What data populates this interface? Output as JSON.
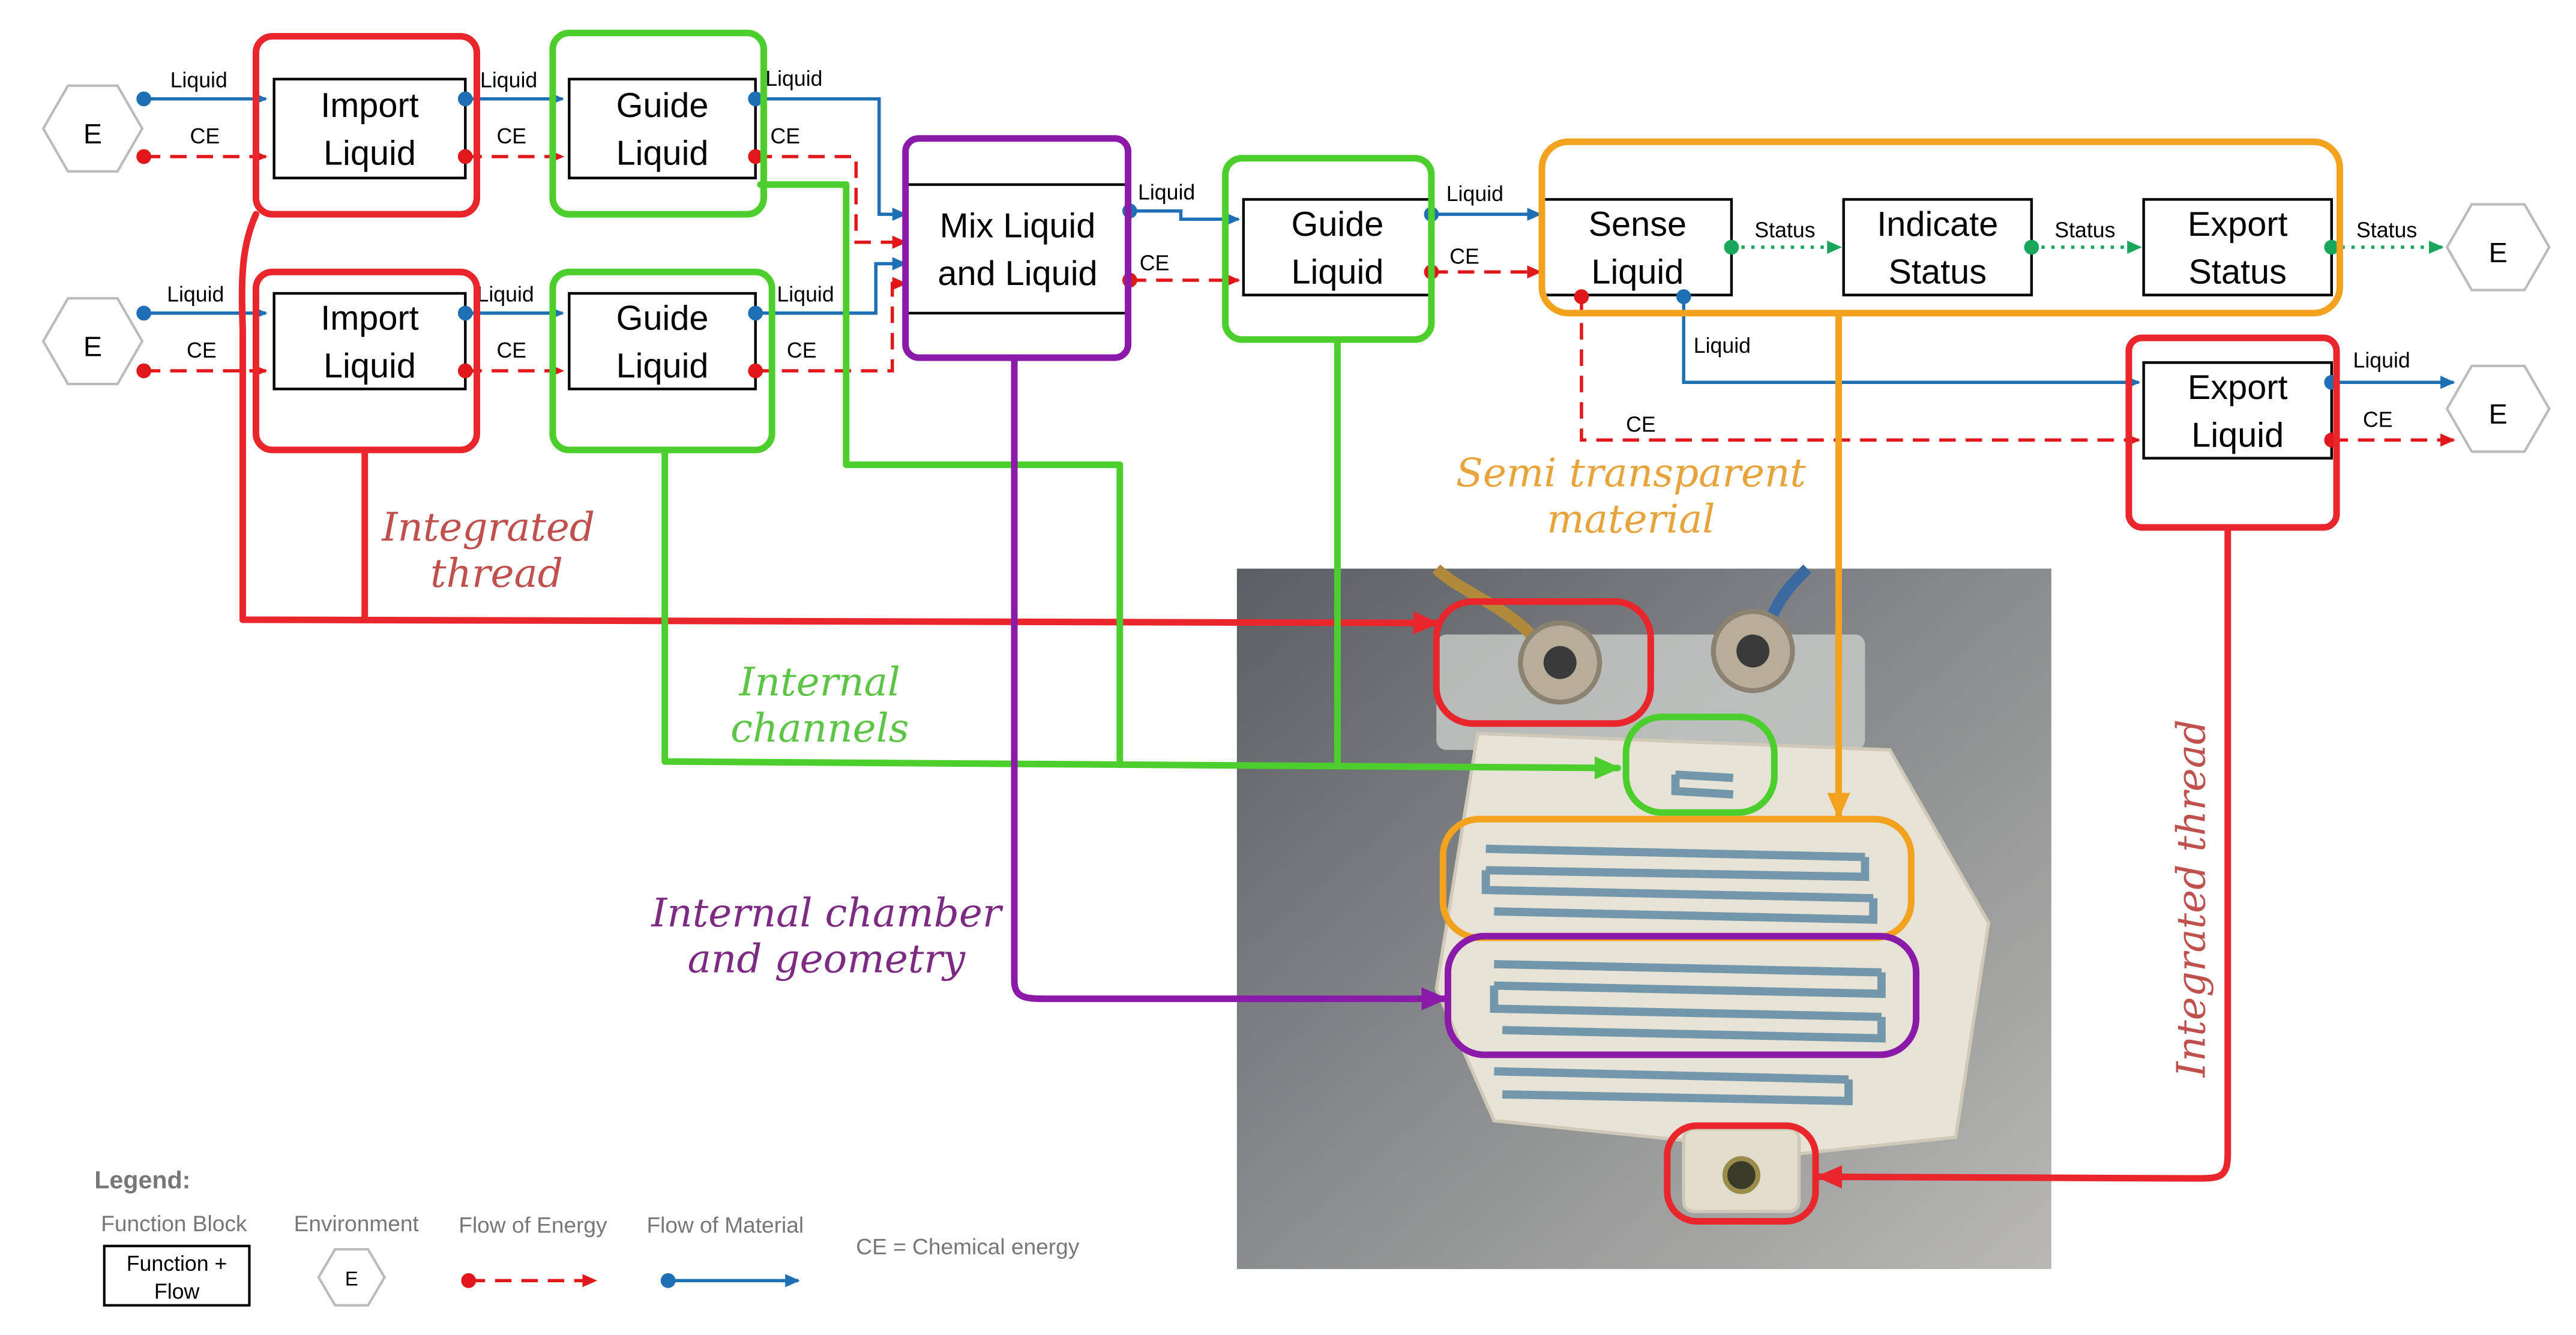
{
  "colors": {
    "energy": "#e0181b",
    "material": "#1f6fb5",
    "status": "#18a65a",
    "red_outline": "#e8262b",
    "green_outline": "#4ccf2c",
    "purple_outline": "#8c1aa8",
    "orange_outline": "#f2a21c",
    "hand_red": "#c0504d",
    "hand_green": "#5cc545",
    "hand_purple": "#7d2a83",
    "hand_orange": "#e8a33a"
  },
  "blocks": {
    "import1": [
      "Import",
      "Liquid"
    ],
    "guide1": [
      "Guide",
      "Liquid"
    ],
    "import2": [
      "Import",
      "Liquid"
    ],
    "guide2": [
      "Guide",
      "Liquid"
    ],
    "mix": [
      "Mix Liquid",
      "and Liquid"
    ],
    "guide3": [
      "Guide",
      "Liquid"
    ],
    "sense": [
      "Sense",
      "Liquid"
    ],
    "indicate": [
      "Indicate",
      "Status"
    ],
    "export_status": [
      "Export",
      "Status"
    ],
    "export_liquid": [
      "Export",
      "Liquid"
    ]
  },
  "env_label": "E",
  "flow_labels": {
    "liquid": "Liquid",
    "ce": "CE",
    "status": "Status"
  },
  "annotations": {
    "integrated_thread_1": [
      "Integrated",
      "thread"
    ],
    "internal_channels": [
      "Internal",
      "channels"
    ],
    "internal_chamber": [
      "Internal chamber",
      "and geometry"
    ],
    "semi_transparent": [
      "Semi transparent",
      "material"
    ],
    "integrated_thread_2": "Integrated thread"
  },
  "legend": {
    "title": "Legend:",
    "function_block_label": "Function Block",
    "function_block_sample": [
      "Function +",
      "Flow"
    ],
    "environment_label": "Environment",
    "environment_sample": "E",
    "energy_label": "Flow of Energy",
    "material_label": "Flow of Material",
    "ce_note": "CE = Chemical energy"
  }
}
